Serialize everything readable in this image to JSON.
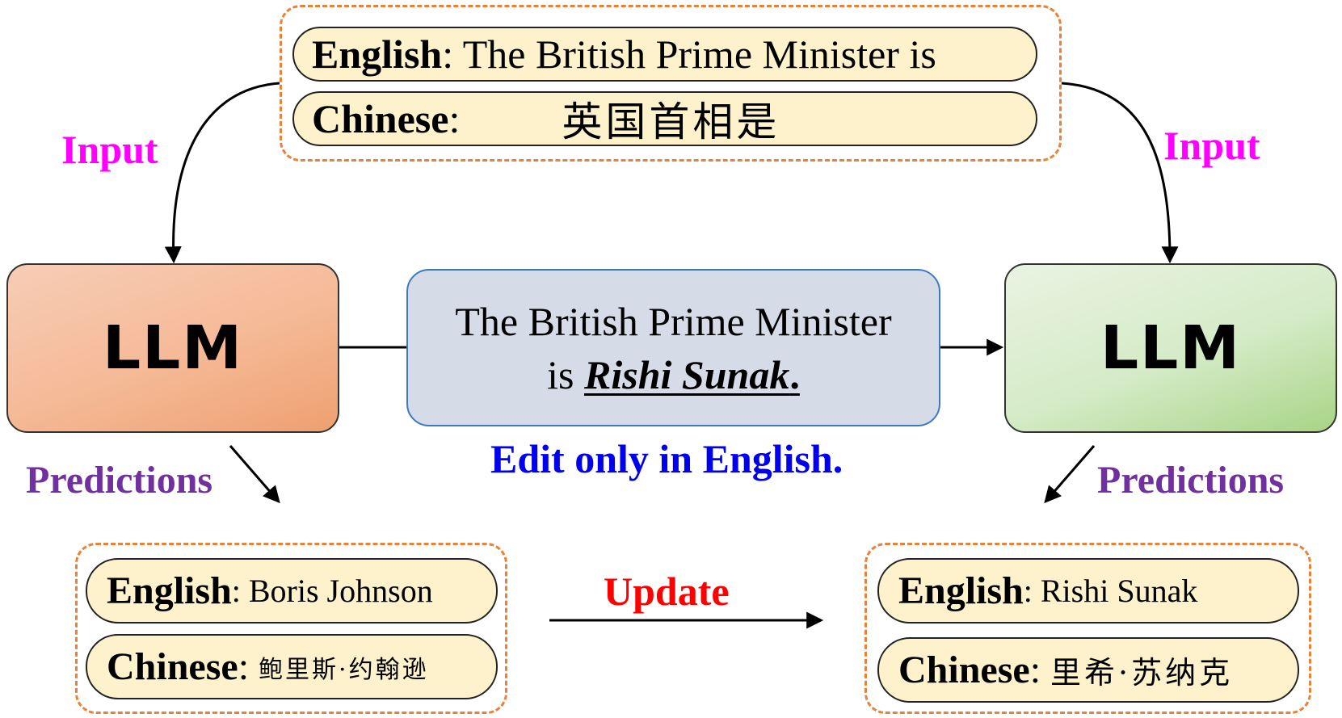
{
  "input_box": {
    "english_label": "English",
    "english_text": ": The British Prime Minister is",
    "chinese_label": "Chinese",
    "chinese_sep": ":",
    "chinese_text": "英国首相是"
  },
  "labels": {
    "input_left": "Input",
    "input_right": "Input",
    "predictions_left": "Predictions",
    "predictions_right": "Predictions",
    "edit_note": "Edit only in English.",
    "update": "Update"
  },
  "llm_left": {
    "label": "LLM"
  },
  "llm_right": {
    "label": "LLM"
  },
  "edit_box": {
    "line1": "The British Prime Minister",
    "line2_prefix": "is ",
    "answer": "Rishi Sunak",
    "period": "."
  },
  "pred_before": {
    "english_label": "English",
    "english_text": ": Boris Johnson",
    "chinese_label": "Chinese",
    "chinese_sep": ":",
    "chinese_text": "鲍里斯·约翰逊"
  },
  "pred_after": {
    "english_label": "English",
    "english_text": ": Rishi Sunak",
    "chinese_label": "Chinese",
    "chinese_sep": ":",
    "chinese_text": "里希·苏纳克"
  },
  "colors": {
    "dash_border": "#e8823a",
    "pill_fill": "#fef2cc",
    "input_label": "#ff00ff",
    "predictions_label": "#7030a0",
    "edit_note": "#0000ee",
    "update_label": "#ff0000",
    "edit_box_fill": "#d5dce8",
    "edit_box_border": "#3f78c2"
  }
}
